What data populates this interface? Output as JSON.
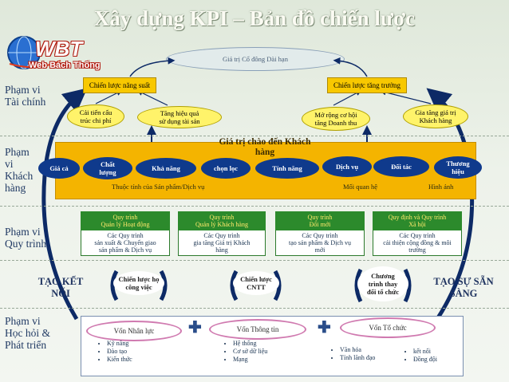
{
  "title": "Xây dựng KPI – Bản đồ chiến lược",
  "logo": {
    "brand": "WBT",
    "subtitle": "Web Bách Thống"
  },
  "top_oval": "Giá trị Cổ đông Dài hạn",
  "lanes": {
    "finance": [
      "Phạm vi",
      "Tài chính"
    ],
    "customer": [
      "Phạm",
      "vi",
      "Khách",
      "hàng"
    ],
    "process": [
      "Phạm vi",
      "Quy trình"
    ],
    "learning": [
      "Phạm vi",
      "Học hỏi &",
      "Phát triển"
    ]
  },
  "finance": {
    "left_box": "Chiến lược năng suất",
    "right_box": "Chiến lược tăng trưởng",
    "ovals": [
      [
        "Cải tiến cấu",
        "trúc chi phí"
      ],
      [
        "Tăng hiệu quả",
        "sử dụng tài sản"
      ],
      [
        "Mở rộng cơ hội",
        "tăng Doanh thu"
      ],
      [
        "Gia tăng giá trị",
        "Khách hàng"
      ]
    ]
  },
  "customer": {
    "heading": [
      "Giá trị chào đến Khách",
      "hàng"
    ],
    "items": [
      [
        "Giá cả"
      ],
      [
        "Chất",
        "lượng"
      ],
      [
        "Khả năng"
      ],
      [
        "chọn lọc"
      ],
      [
        "Tính năng"
      ],
      [
        "Dịch vụ"
      ],
      [
        "Đối tác"
      ],
      [
        "Thương",
        "hiệu"
      ]
    ],
    "labels": [
      "Thuộc tính của Sản phẩm/Dịch vụ",
      "Mối quan hệ",
      "Hình ảnh"
    ]
  },
  "process": [
    {
      "head": [
        "Quy trình",
        "Quản lý Hoạt động"
      ],
      "body": [
        "Các Quy trình",
        "sản xuất & Chuyển giao",
        "sản phẩm & Dịch vụ"
      ]
    },
    {
      "head": [
        "Quy trình",
        "Quản lý Khách hàng"
      ],
      "body": [
        "Các Quy trình",
        "gia tăng Giá trị Khách",
        "hàng"
      ]
    },
    {
      "head": [
        "Quy trình",
        "Đổi mới"
      ],
      "body": [
        "Các Quy trình",
        "tạo sản phẩm & Dịch vụ",
        "mới"
      ]
    },
    {
      "head": [
        "Quy định và Quy trình",
        "Xã hội"
      ],
      "body": [
        "Các Quy trình",
        "cải thiện cộng đồng & môi",
        "trường"
      ]
    }
  ],
  "middle": {
    "left_text": [
      "TẠO KẾT",
      "NỐI"
    ],
    "right_text": [
      "TẠO SỰ SẴN",
      "SÀNG"
    ],
    "c1": [
      "Chiến lược họ",
      "công việc"
    ],
    "c2": [
      "Chiến lược",
      "CNTT"
    ],
    "c3": [
      "Chương",
      "trình thay",
      "đổi tổ chức"
    ]
  },
  "learning": {
    "groups": [
      {
        "title": "Vốn Nhân lực",
        "items": [
          "Kỹ năng",
          "Đào tạo",
          "Kiến thức"
        ]
      },
      {
        "title": "Vốn Thông tin",
        "items": [
          "Hệ thống",
          "Cơ sở dữ liệu",
          "Mạng"
        ]
      },
      {
        "title": "Vốn Tổ chức",
        "items": [
          "Văn hóa",
          "Tính lãnh đạo"
        ],
        "items2": [
          "kết nối",
          "Đồng đội"
        ]
      }
    ]
  }
}
